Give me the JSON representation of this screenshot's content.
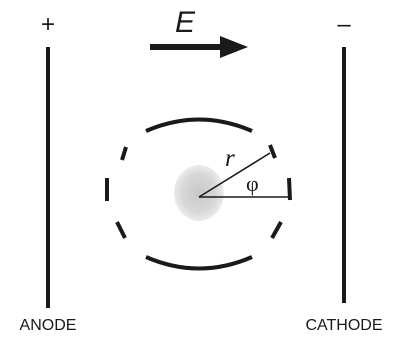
{
  "diagram": {
    "field_label": "E",
    "anode_sign": "+",
    "cathode_sign": "–",
    "anode_label": "ANODE",
    "cathode_label": "CATHODE",
    "radius_label": "r",
    "angle_label": "φ"
  }
}
